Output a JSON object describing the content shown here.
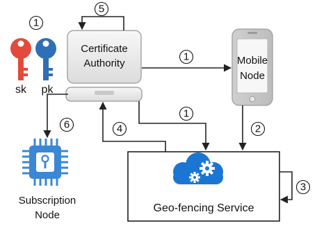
{
  "nodes": {
    "certificate_authority": {
      "line1": "Certificate",
      "line2": "Authority"
    },
    "mobile_node": {
      "line1": "Mobile",
      "line2": "Node"
    },
    "geofencing_service": {
      "label": "Geo-fencing Service"
    },
    "subscription_node": {
      "line1": "Subscription",
      "line2": "Node"
    }
  },
  "keys": {
    "secret_label": "sk",
    "public_label": "pk",
    "step": "1"
  },
  "steps": {
    "self_loop": "5",
    "ca_to_mobile": "1",
    "ca_to_geo": "1",
    "mobile_to_geo": "2",
    "geo_self": "3",
    "geo_to_ca": "4",
    "ca_to_sub": "6"
  },
  "colors": {
    "secret_key": "#e24a3b",
    "public_key": "#2f6fb5",
    "cloud": "#1a76d2",
    "chip": "#3b87d3",
    "device_frame": "#a6a6a6",
    "device_fill": "#f4f4f4"
  }
}
